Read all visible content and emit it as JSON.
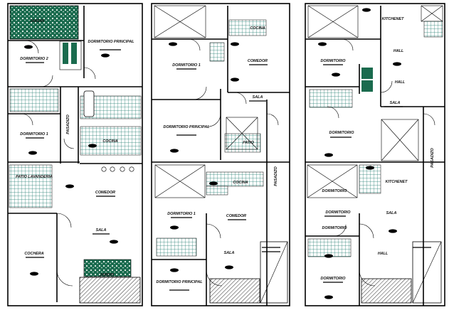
{
  "plans": [
    {
      "labels": [
        {
          "id": "jardin-top",
          "text": "JARDIN"
        },
        {
          "id": "dormitorio-2",
          "text": "DORMITORIO 2"
        },
        {
          "id": "dormitorio-principal",
          "text": "DORMITORIO PRINCIPAL"
        },
        {
          "id": "dormitorio-1",
          "text": "DORMITORIO 1"
        },
        {
          "id": "pasadizo",
          "text": "PASADIZO"
        },
        {
          "id": "cocina",
          "text": "COCINA"
        },
        {
          "id": "patio-lavanderia",
          "text": "PATIO LAVANDERIA"
        },
        {
          "id": "comedor",
          "text": "COMEDOR"
        },
        {
          "id": "sala",
          "text": "SALA"
        },
        {
          "id": "cochera",
          "text": "COCHERA"
        },
        {
          "id": "jardin-bottom",
          "text": "JARDIN"
        }
      ]
    },
    {
      "labels": [
        {
          "id": "cocina-top",
          "text": "COCINA"
        },
        {
          "id": "dormitorio-1-top",
          "text": "DORMITORIO 1"
        },
        {
          "id": "comedor-top",
          "text": "COMEDOR"
        },
        {
          "id": "sala-top",
          "text": "SALA"
        },
        {
          "id": "dormitorio-principal-mid",
          "text": "DORMITORIO PRINCIPAL"
        },
        {
          "id": "patio",
          "text": "PATIO"
        },
        {
          "id": "pasadizo",
          "text": "PASADIZO"
        },
        {
          "id": "cocina-mid",
          "text": "COCINA"
        },
        {
          "id": "dormitorio-1-bottom",
          "text": "DORMITORIO 1"
        },
        {
          "id": "comedor-bottom",
          "text": "COMEDOR"
        },
        {
          "id": "sala-bottom",
          "text": "SALA"
        },
        {
          "id": "dormitorio-principal-bottom",
          "text": "DORMITORIO PRINCIPAL"
        }
      ]
    },
    {
      "labels": [
        {
          "id": "kitchenet-top",
          "text": "KITCHENET"
        },
        {
          "id": "hall-1",
          "text": "HALL"
        },
        {
          "id": "dormitorio-top",
          "text": "DORMITORIO"
        },
        {
          "id": "hall-2",
          "text": "HALL"
        },
        {
          "id": "sala-top",
          "text": "SALA"
        },
        {
          "id": "dormitorio-mid-1",
          "text": "DORMITORIO"
        },
        {
          "id": "dormitorio-mid-2",
          "text": "DORMITORIO"
        },
        {
          "id": "pasadizo",
          "text": "PASADIZO"
        },
        {
          "id": "kitchenet-mid",
          "text": "KITCHENET"
        },
        {
          "id": "dormitorio-low",
          "text": "DORMITORIO"
        },
        {
          "id": "sala-low",
          "text": "SALA"
        },
        {
          "id": "dormitorio-low-2",
          "text": "DORMITORIO"
        },
        {
          "id": "hall-3",
          "text": "HALL"
        },
        {
          "id": "dormitorio-bottom",
          "text": "DORMITORIO"
        }
      ]
    }
  ],
  "colors": {
    "wall": "#000000",
    "tile": "#1d7a6c",
    "garden": "#1a6b4e"
  }
}
